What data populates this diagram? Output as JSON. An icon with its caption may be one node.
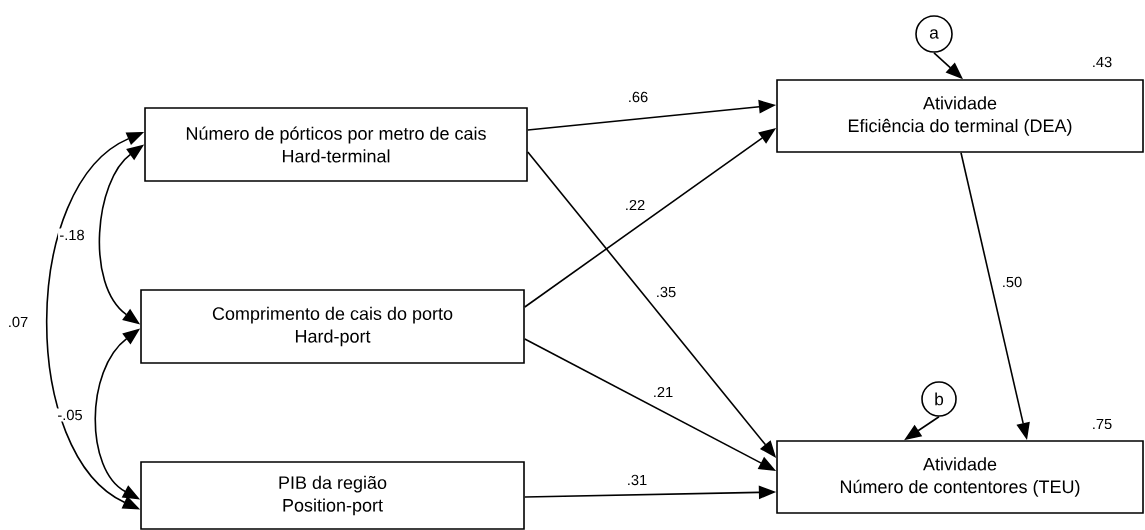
{
  "diagram": {
    "nodes": [
      {
        "text": [
          "Número de pórticos por metro de cais",
          "Hard-terminal"
        ]
      },
      {
        "text": [
          "Comprimento de cais do porto",
          "Hard-port"
        ]
      },
      {
        "text": [
          "PIB da região",
          "Position-port"
        ]
      },
      {
        "text": [
          "a"
        ]
      },
      {
        "text": [
          "Atividade",
          "Eficiência do terminal (DEA)"
        ],
        "beside": [
          ".43"
        ]
      },
      {
        "text": [
          "b"
        ]
      },
      {
        "text": [
          "Atividade",
          "Número de contentores (TEU)"
        ],
        "beside": [
          ".75"
        ]
      }
    ],
    "edges": [
      {
        "from": 0,
        "to": 1,
        "arrow": "both",
        "label": "-.18"
      },
      {
        "from": 0,
        "to": 2,
        "arrow": "both",
        "label": ".07"
      },
      {
        "from": 1,
        "to": 2,
        "arrow": "both",
        "label": "-.05"
      },
      {
        "from": 3,
        "to": 4,
        "arrow": "to"
      },
      {
        "from": 0,
        "to": 4,
        "arrow": "to",
        "label": ".66"
      },
      {
        "from": 1,
        "to": 4,
        "arrow": "to",
        "label": ".22"
      },
      {
        "from": 0,
        "to": 6,
        "arrow": "to",
        "label": ".35"
      },
      {
        "from": 4,
        "to": 6,
        "arrow": "to",
        "label": ".50"
      },
      {
        "from": 5,
        "to": 6,
        "arrow": "to"
      },
      {
        "from": 1,
        "to": 6,
        "arrow": "to",
        "label": ".21"
      },
      {
        "from": 2,
        "to": 6,
        "arrow": "to",
        "label": ".31"
      }
    ]
  }
}
